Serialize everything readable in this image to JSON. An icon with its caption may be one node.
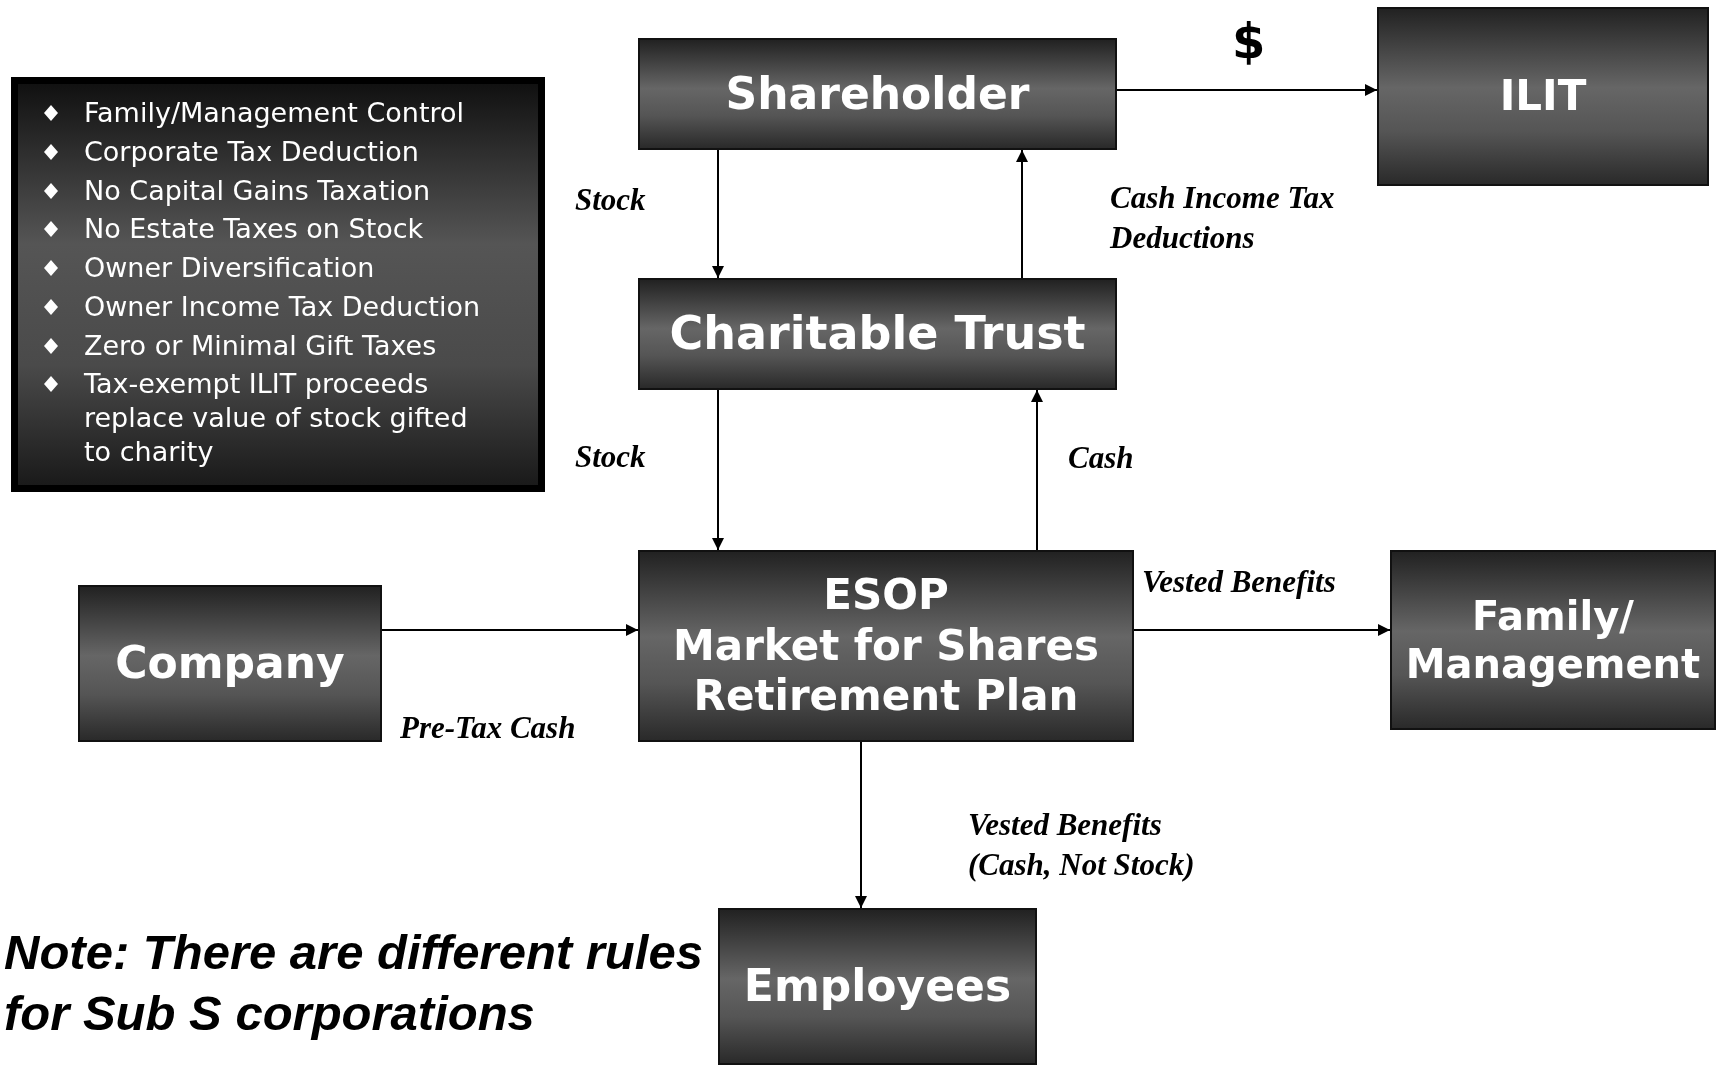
{
  "diagram": {
    "nodes": [
      {
        "text": [
          "Family/Management Control",
          "Corporate Tax Deduction",
          "No Capital Gains Taxation",
          "No Estate Taxes on Stock",
          "Owner Diversification",
          "Owner Income Tax Deduction",
          "Zero or Minimal Gift Taxes",
          "Tax-exempt ILIT proceeds replace value of stock gifted to charity"
        ]
      },
      {
        "text": [
          "Shareholder"
        ]
      },
      {
        "text": [
          "ILIT"
        ]
      },
      {
        "text": [
          "Charitable Trust"
        ]
      },
      {
        "text": [
          "Company"
        ]
      },
      {
        "text": [
          "ESOP",
          "Market for Shares",
          "Retirement Plan"
        ]
      },
      {
        "text": [
          "Family/ Management"
        ]
      },
      {
        "text": [
          "Employees"
        ]
      }
    ],
    "edges": [
      {
        "from": 1,
        "to": 2,
        "arrow": "to",
        "label": "$"
      },
      {
        "from": 1,
        "to": 3,
        "arrow": "to",
        "label": "Stock"
      },
      {
        "from": 3,
        "to": 1,
        "arrow": "to",
        "label": "Cash Income Tax Deductions"
      },
      {
        "from": 3,
        "to": 5,
        "arrow": "to",
        "label": "Stock"
      },
      {
        "from": 5,
        "to": 3,
        "arrow": "to",
        "label": "Cash"
      },
      {
        "from": 4,
        "to": 5,
        "arrow": "to",
        "label": "Pre-Tax Cash"
      },
      {
        "from": 5,
        "to": 6,
        "arrow": "to",
        "label": "Vested Benefits"
      },
      {
        "from": 5,
        "to": 7,
        "arrow": "to",
        "label": "Vested Benefits (Cash, Not Stock)"
      }
    ],
    "labels": [
      "Note: There are different rules for Sub S corporations"
    ]
  }
}
